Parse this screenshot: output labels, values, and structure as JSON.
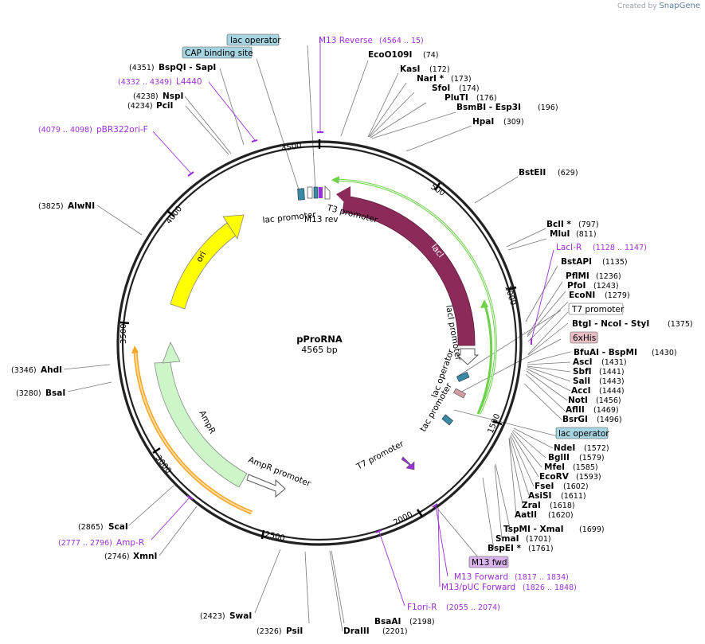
{
  "credit": {
    "created_by": "Created by",
    "brand": "SnapGene"
  },
  "title": {
    "name": "pProRNA",
    "length": "4565 bp"
  },
  "ticks": [
    "500",
    "1000",
    "1500",
    "2000",
    "2500",
    "3000",
    "3500",
    "4000",
    "4500"
  ],
  "enzymes": [
    {
      "name": "EcoO109I",
      "pos": "(74)"
    },
    {
      "name": "KasI",
      "pos": "(172)"
    },
    {
      "name": "NarI *",
      "pos": "(173)"
    },
    {
      "name": "SfoI",
      "pos": "(174)"
    },
    {
      "name": "PluTI",
      "pos": "(176)"
    },
    {
      "name": "BsmBI - Esp3I",
      "pos": "(196)"
    },
    {
      "name": "HpaI",
      "pos": "(309)"
    },
    {
      "name": "BstEII",
      "pos": "(629)"
    },
    {
      "name": "BclI *",
      "pos": "(797)"
    },
    {
      "name": "MluI",
      "pos": "(811)"
    },
    {
      "name": "BstAPI",
      "pos": "(1135)"
    },
    {
      "name": "PflMI",
      "pos": "(1236)"
    },
    {
      "name": "PfoI",
      "pos": "(1243)"
    },
    {
      "name": "EcoNI",
      "pos": "(1279)"
    },
    {
      "name": "BtgI - NcoI - StyI",
      "pos": "(1375)"
    },
    {
      "name": "BfuAI - BspMI",
      "pos": "(1430)"
    },
    {
      "name": "AscI",
      "pos": "(1431)"
    },
    {
      "name": "SbfI",
      "pos": "(1441)"
    },
    {
      "name": "SalI",
      "pos": "(1443)"
    },
    {
      "name": "AccI",
      "pos": "(1444)"
    },
    {
      "name": "NotI",
      "pos": "(1456)"
    },
    {
      "name": "AflII",
      "pos": "(1469)"
    },
    {
      "name": "BsrGI",
      "pos": "(1496)"
    },
    {
      "name": "NdeI",
      "pos": "(1572)"
    },
    {
      "name": "BglII",
      "pos": "(1579)"
    },
    {
      "name": "MfeI",
      "pos": "(1585)"
    },
    {
      "name": "EcoRV",
      "pos": "(1593)"
    },
    {
      "name": "FseI",
      "pos": "(1602)"
    },
    {
      "name": "AsiSI",
      "pos": "(1611)"
    },
    {
      "name": "ZraI",
      "pos": "(1618)"
    },
    {
      "name": "AatII",
      "pos": "(1620)"
    },
    {
      "name": "TspMI - XmaI",
      "pos": "(1699)"
    },
    {
      "name": "SmaI",
      "pos": "(1701)"
    },
    {
      "name": "BspEI *",
      "pos": "(1761)"
    },
    {
      "name": "BsaAI",
      "pos": "(2198)"
    },
    {
      "name": "DraIII",
      "pos": "(2201)"
    },
    {
      "name": "PsiI",
      "pos": "(2326)"
    },
    {
      "name": "SwaI",
      "pos": "(2423)"
    },
    {
      "name": "XmnI",
      "pos": "(2746)"
    },
    {
      "name": "ScaI",
      "pos": "(2865)"
    },
    {
      "name": "BsaI",
      "pos": "(3280)"
    },
    {
      "name": "AhdI",
      "pos": "(3346)"
    },
    {
      "name": "AlwNI",
      "pos": "(3825)"
    },
    {
      "name": "PciI",
      "pos": "(4234)"
    },
    {
      "name": "NspI",
      "pos": "(4238)"
    },
    {
      "name": "BspQI - SapI",
      "pos": "(4351)"
    }
  ],
  "primers": [
    {
      "name": "M13 Reverse",
      "range": "(4564 .. 15)"
    },
    {
      "name": "L4440",
      "range": "(4332 .. 4349)"
    },
    {
      "name": "pBR322ori-F",
      "range": "(4079 .. 4098)"
    },
    {
      "name": "LacI-R",
      "range": "(1128 .. 1147)"
    },
    {
      "name": "M13 Forward",
      "range": "(1817 .. 1834)"
    },
    {
      "name": "M13/pUC Forward",
      "range": "(1826 .. 1848)"
    },
    {
      "name": "F1ori-R",
      "range": "(2055 .. 2074)"
    },
    {
      "name": "Amp-R",
      "range": "(2777 .. 2796)"
    }
  ],
  "feature_boxes": [
    {
      "name": "lac operator",
      "color": "#a6d4e0"
    },
    {
      "name": "CAP binding site",
      "color": "#a6d4e0"
    },
    {
      "name": "T7 promoter",
      "color": "#ffffff"
    },
    {
      "name": "6xHis",
      "color": "#e8bfc4"
    },
    {
      "name": "lac operator",
      "color": "#a6d4e0"
    },
    {
      "name": "M13 fwd",
      "color": "#d8b3ec"
    }
  ],
  "features": {
    "lacI": "lacI",
    "lacI_promoter": "lacI promoter",
    "ori": "ori",
    "AmpR": "AmpR",
    "AmpR_promoter": "AmpR promoter",
    "lac_promoter": "lac promoter",
    "M13_rev": "M13 rev",
    "T3_promoter": "T3 promoter",
    "lac_operator": "lac operator",
    "tac_promoter": "tac promoter",
    "T7_promoter": "T7 promoter"
  },
  "colors": {
    "lacI": "#8c2a5a",
    "ori": "#ffff00",
    "AmpR": "#ccf5c8",
    "f1_outline": "#f5a623",
    "green_arc": "#6ed14a",
    "primer": "#9b30d9",
    "backbone": "#222222"
  }
}
